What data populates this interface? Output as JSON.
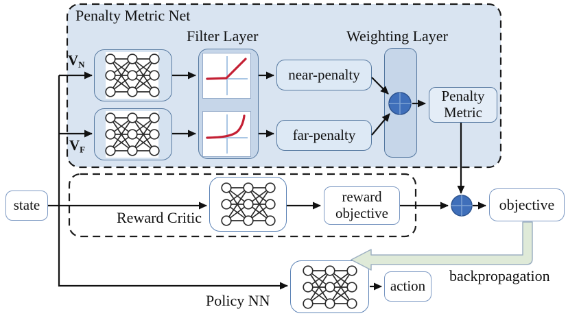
{
  "penalty_net": {
    "title": "Penalty Metric Net",
    "filter_layer_label": "Filter Layer",
    "weighting_layer_label": "Weighting Layer",
    "input_near_base": "V",
    "input_near_sub": "N",
    "input_far_base": "V",
    "input_far_sub": "F",
    "near_penalty_label": "near-penalty",
    "far_penalty_label": "far-penalty",
    "penalty_metric_label": "Penalty Metric"
  },
  "reward_path": {
    "state_label": "state",
    "reward_critic_label": "Reward Critic",
    "reward_objective_label": "reward objective",
    "objective_label": "objective"
  },
  "policy_path": {
    "policy_nn_label": "Policy NN",
    "action_label": "action",
    "backpropagation_label": "backpropagation"
  },
  "icons": {
    "neural_net": "fully-connected-3x3-network",
    "filter_near": "relu-curve-plot",
    "filter_far": "exponential-curve-plot",
    "sum_node": "circled-plus-sum",
    "backprop_arrow": "thick-green-left-arrow"
  },
  "colors": {
    "panel_fill": "#d9e4f1",
    "layer_fill": "#c6d6e9",
    "blue_box_fill": "#d5e2f0",
    "box_border": "#54779f",
    "white_box_border": "#7a97c2",
    "sum_fill": "#3f6fba",
    "curve_red": "#c42034",
    "axis_blue": "#a9c6e4",
    "backprop_green": "#dfead8",
    "line_black": "#111111"
  }
}
